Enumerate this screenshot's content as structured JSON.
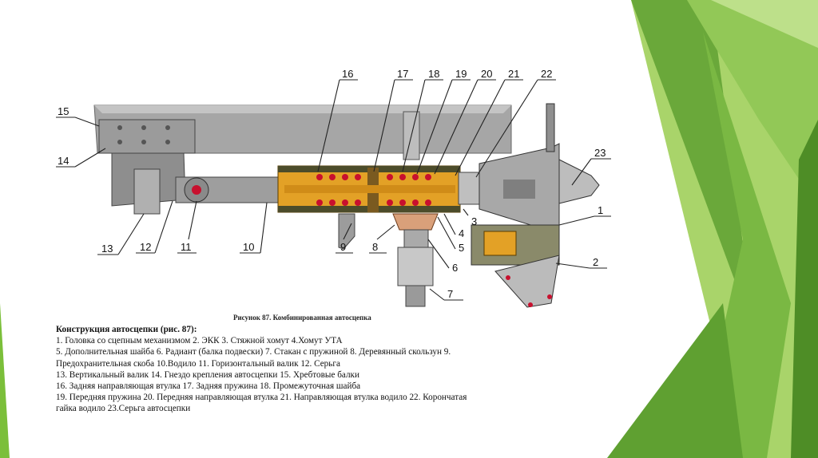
{
  "figure": {
    "title": "Рисунок 87.  Комбинированная автосцепка",
    "callouts": [
      "1",
      "2",
      "3",
      "4",
      "5",
      "6",
      "7",
      "8",
      "9",
      "10",
      "11",
      "12",
      "13",
      "14",
      "15",
      "16",
      "17",
      "18",
      "19",
      "20",
      "21",
      "22",
      "23"
    ]
  },
  "caption": {
    "heading": "Конструкция автосцепки (рис. 87):",
    "lines": [
      "1. Головка со сцепным механизмом 2. ЭКК 3. Стяжной хомут 4.Хомут УТА",
      "5. Дополнительная шайба 6. Радиант (балка подвески) 7. Стакан с пружиной 8. Деревянный скользун   9.",
      "Предохранительная скоба 10.Водило 11. Горизонтальный валик 12. Серьга",
      "13. Вертикальный валик 14. Гнездо крепления автосцепки  15. Хребтовые балки",
      "16. Задняя направляющая втулка 17. Задняя пружина 18. Промежуточная шайба",
      "19. Передняя пружина 20. Передняя направляющая втулка 21. Направляющая втулка водило 22. Корончатая",
      "гайка водило 23.Серьга автосцепки"
    ]
  },
  "theme": {
    "accent_light": "#8dc63f",
    "accent_mid": "#6aaa2e",
    "accent_dark": "#4c8a22",
    "spring_color": "#e0a020",
    "coil_color": "#c8102e",
    "metal_color": "#a8a8a8"
  }
}
